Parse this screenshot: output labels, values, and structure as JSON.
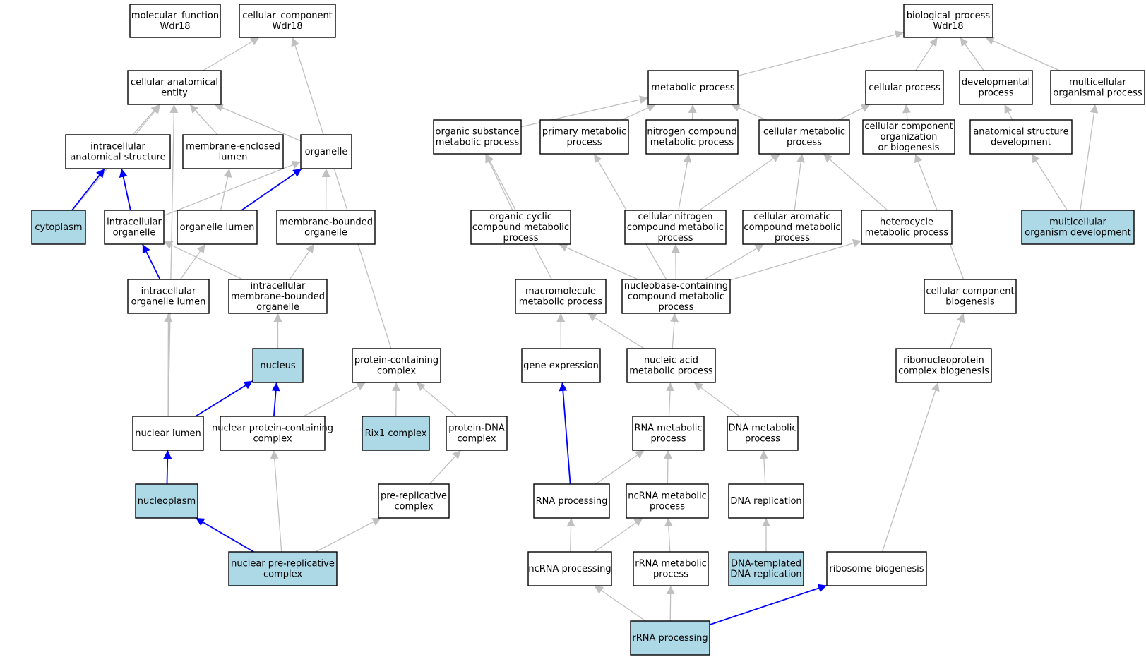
{
  "colors": {
    "highlight_fill": "#add8e6",
    "default_fill": "#ffffff",
    "edge_gray": "#c0c0c0",
    "edge_blue": "#0000ff",
    "border": "#000000"
  },
  "nodes": [
    {
      "id": "mf",
      "label": "molecular_function\nWdr18"
    },
    {
      "id": "cc",
      "label": "cellular_component\nWdr18"
    },
    {
      "id": "bp",
      "label": "biological_process\nWdr18"
    },
    {
      "id": "cae",
      "label": "cellular anatomical\nentity"
    },
    {
      "id": "ias",
      "label": "intracellular\nanatomical structure"
    },
    {
      "id": "mel",
      "label": "membrane-enclosed\nlumen"
    },
    {
      "id": "org",
      "label": "organelle"
    },
    {
      "id": "cyto",
      "label": "cytoplasm",
      "highlight": true
    },
    {
      "id": "iorg",
      "label": "intracellular\norganelle"
    },
    {
      "id": "orgl",
      "label": "organelle lumen"
    },
    {
      "id": "mbo",
      "label": "membrane-bounded\norganelle"
    },
    {
      "id": "iol",
      "label": "intracellular\norganelle lumen"
    },
    {
      "id": "imbo",
      "label": "intracellular\nmembrane-bounded\norganelle"
    },
    {
      "id": "nuc",
      "label": "nucleus",
      "highlight": true
    },
    {
      "id": "pcc",
      "label": "protein-containing\ncomplex"
    },
    {
      "id": "nl",
      "label": "nuclear lumen"
    },
    {
      "id": "npcc",
      "label": "nuclear protein-containing\ncomplex"
    },
    {
      "id": "rix",
      "label": "Rix1 complex",
      "highlight": true
    },
    {
      "id": "pdna",
      "label": "protein-DNA\ncomplex"
    },
    {
      "id": "np",
      "label": "nucleoplasm",
      "highlight": true
    },
    {
      "id": "prc",
      "label": "pre-replicative\ncomplex"
    },
    {
      "id": "nprc",
      "label": "nuclear pre-replicative\ncomplex",
      "highlight": true
    },
    {
      "id": "mp",
      "label": "metabolic process"
    },
    {
      "id": "cp",
      "label": "cellular process"
    },
    {
      "id": "dp",
      "label": "developmental\nprocess"
    },
    {
      "id": "mop",
      "label": "multicellular\norganismal process"
    },
    {
      "id": "osmp",
      "label": "organic substance\nmetabolic process"
    },
    {
      "id": "pmp",
      "label": "primary metabolic\nprocess"
    },
    {
      "id": "ncmp",
      "label": "nitrogen compound\nmetabolic process"
    },
    {
      "id": "cmp",
      "label": "cellular metabolic\nprocess"
    },
    {
      "id": "ccob",
      "label": "cellular component\norganization\nor biogenesis"
    },
    {
      "id": "asd",
      "label": "anatomical structure\ndevelopment"
    },
    {
      "id": "occmp",
      "label": "organic cyclic\ncompound metabolic\nprocess"
    },
    {
      "id": "cncmp",
      "label": "cellular nitrogen\ncompound metabolic\nprocess"
    },
    {
      "id": "cacmp",
      "label": "cellular aromatic\ncompound metabolic\nprocess"
    },
    {
      "id": "hmp",
      "label": "heterocycle\nmetabolic process"
    },
    {
      "id": "mod",
      "label": "multicellular\norganism development",
      "highlight": true
    },
    {
      "id": "mmp",
      "label": "macromolecule\nmetabolic process"
    },
    {
      "id": "nbcmp",
      "label": "nucleobase-containing\ncompound metabolic\nprocess"
    },
    {
      "id": "ccb",
      "label": "cellular component\nbiogenesis"
    },
    {
      "id": "ge",
      "label": "gene expression"
    },
    {
      "id": "namp",
      "label": "nucleic acid\nmetabolic process"
    },
    {
      "id": "rcb",
      "label": "ribonucleoprotein\ncomplex biogenesis"
    },
    {
      "id": "rmp",
      "label": "RNA metabolic\nprocess"
    },
    {
      "id": "dmp",
      "label": "DNA metabolic\nprocess"
    },
    {
      "id": "rp",
      "label": "RNA processing"
    },
    {
      "id": "ncrmp",
      "label": "ncRNA metabolic\nprocess"
    },
    {
      "id": "drep",
      "label": "DNA replication"
    },
    {
      "id": "ncrp",
      "label": "ncRNA processing"
    },
    {
      "id": "rrmp",
      "label": "rRNA metabolic\nprocess"
    },
    {
      "id": "dtdr",
      "label": "DNA-templated\nDNA replication",
      "highlight": true
    },
    {
      "id": "rb",
      "label": "ribosome biogenesis"
    },
    {
      "id": "rrp",
      "label": "rRNA processing",
      "highlight": true
    }
  ],
  "edges": [
    {
      "from": "cae",
      "to": "cc"
    },
    {
      "from": "pcc",
      "to": "cc"
    },
    {
      "from": "mp",
      "to": "bp"
    },
    {
      "from": "cp",
      "to": "bp"
    },
    {
      "from": "dp",
      "to": "bp"
    },
    {
      "from": "mop",
      "to": "bp"
    },
    {
      "from": "ias",
      "to": "cae"
    },
    {
      "from": "mel",
      "to": "cae"
    },
    {
      "from": "org",
      "to": "cae"
    },
    {
      "from": "cyto",
      "to": "cae"
    },
    {
      "from": "np",
      "to": "cae"
    },
    {
      "from": "cyto",
      "to": "ias",
      "blue": true
    },
    {
      "from": "iorg",
      "to": "ias",
      "blue": true
    },
    {
      "from": "iorg",
      "to": "org"
    },
    {
      "from": "orgl",
      "to": "org",
      "blue": true
    },
    {
      "from": "orgl",
      "to": "mel"
    },
    {
      "from": "mbo",
      "to": "org"
    },
    {
      "from": "iol",
      "to": "iorg",
      "blue": true
    },
    {
      "from": "iol",
      "to": "orgl"
    },
    {
      "from": "imbo",
      "to": "iorg"
    },
    {
      "from": "imbo",
      "to": "mbo"
    },
    {
      "from": "nuc",
      "to": "imbo"
    },
    {
      "from": "nl",
      "to": "iol"
    },
    {
      "from": "nl",
      "to": "nuc",
      "blue": true
    },
    {
      "from": "npcc",
      "to": "nuc",
      "blue": true
    },
    {
      "from": "npcc",
      "to": "pcc"
    },
    {
      "from": "rix",
      "to": "pcc"
    },
    {
      "from": "pdna",
      "to": "pcc"
    },
    {
      "from": "np",
      "to": "nl",
      "blue": true
    },
    {
      "from": "prc",
      "to": "pdna"
    },
    {
      "from": "nprc",
      "to": "np",
      "blue": true
    },
    {
      "from": "nprc",
      "to": "npcc"
    },
    {
      "from": "nprc",
      "to": "prc"
    },
    {
      "from": "osmp",
      "to": "mp"
    },
    {
      "from": "pmp",
      "to": "mp"
    },
    {
      "from": "ncmp",
      "to": "mp"
    },
    {
      "from": "cmp",
      "to": "mp"
    },
    {
      "from": "cmp",
      "to": "cp"
    },
    {
      "from": "ccob",
      "to": "cp"
    },
    {
      "from": "asd",
      "to": "dp"
    },
    {
      "from": "mod",
      "to": "mop"
    },
    {
      "from": "mod",
      "to": "asd"
    },
    {
      "from": "occmp",
      "to": "osmp"
    },
    {
      "from": "mmp",
      "to": "osmp"
    },
    {
      "from": "nbcmp",
      "to": "pmp"
    },
    {
      "from": "cncmp",
      "to": "ncmp"
    },
    {
      "from": "cncmp",
      "to": "cmp"
    },
    {
      "from": "cacmp",
      "to": "cmp"
    },
    {
      "from": "hmp",
      "to": "cmp"
    },
    {
      "from": "nbcmp",
      "to": "occmp"
    },
    {
      "from": "nbcmp",
      "to": "cncmp"
    },
    {
      "from": "nbcmp",
      "to": "cacmp"
    },
    {
      "from": "nbcmp",
      "to": "hmp"
    },
    {
      "from": "ccb",
      "to": "ccob"
    },
    {
      "from": "ge",
      "to": "mmp"
    },
    {
      "from": "namp",
      "to": "mmp"
    },
    {
      "from": "namp",
      "to": "nbcmp"
    },
    {
      "from": "rcb",
      "to": "ccb"
    },
    {
      "from": "rp",
      "to": "ge",
      "blue": true
    },
    {
      "from": "rmp",
      "to": "namp"
    },
    {
      "from": "dmp",
      "to": "namp"
    },
    {
      "from": "rp",
      "to": "rmp"
    },
    {
      "from": "ncrmp",
      "to": "rmp"
    },
    {
      "from": "drep",
      "to": "dmp"
    },
    {
      "from": "ncrp",
      "to": "rp"
    },
    {
      "from": "ncrp",
      "to": "ncrmp"
    },
    {
      "from": "rrmp",
      "to": "ncrmp"
    },
    {
      "from": "dtdr",
      "to": "drep"
    },
    {
      "from": "rb",
      "to": "rcb"
    },
    {
      "from": "rrp",
      "to": "ncrp"
    },
    {
      "from": "rrp",
      "to": "rrmp"
    },
    {
      "from": "rrp",
      "to": "rb",
      "blue": true
    }
  ]
}
